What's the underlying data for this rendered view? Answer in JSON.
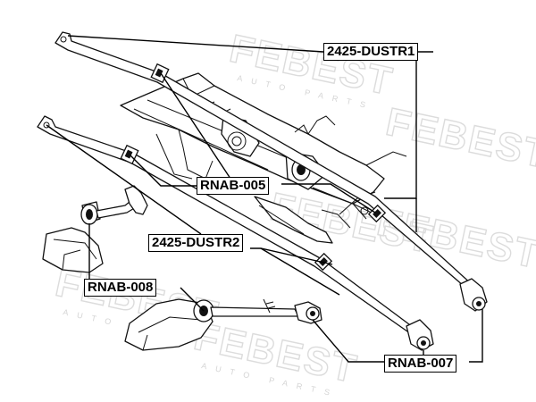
{
  "diagram": {
    "callouts": {
      "dustr1": "2425-DUSTR1",
      "rnab005": "RNAB-005",
      "dustr2": "2425-DUSTR2",
      "rnab008": "RNAB-008",
      "rnab007": "RNAB-007"
    },
    "watermark": {
      "brand": "FEBEST",
      "subtitle": "AUTO PARTS"
    }
  }
}
